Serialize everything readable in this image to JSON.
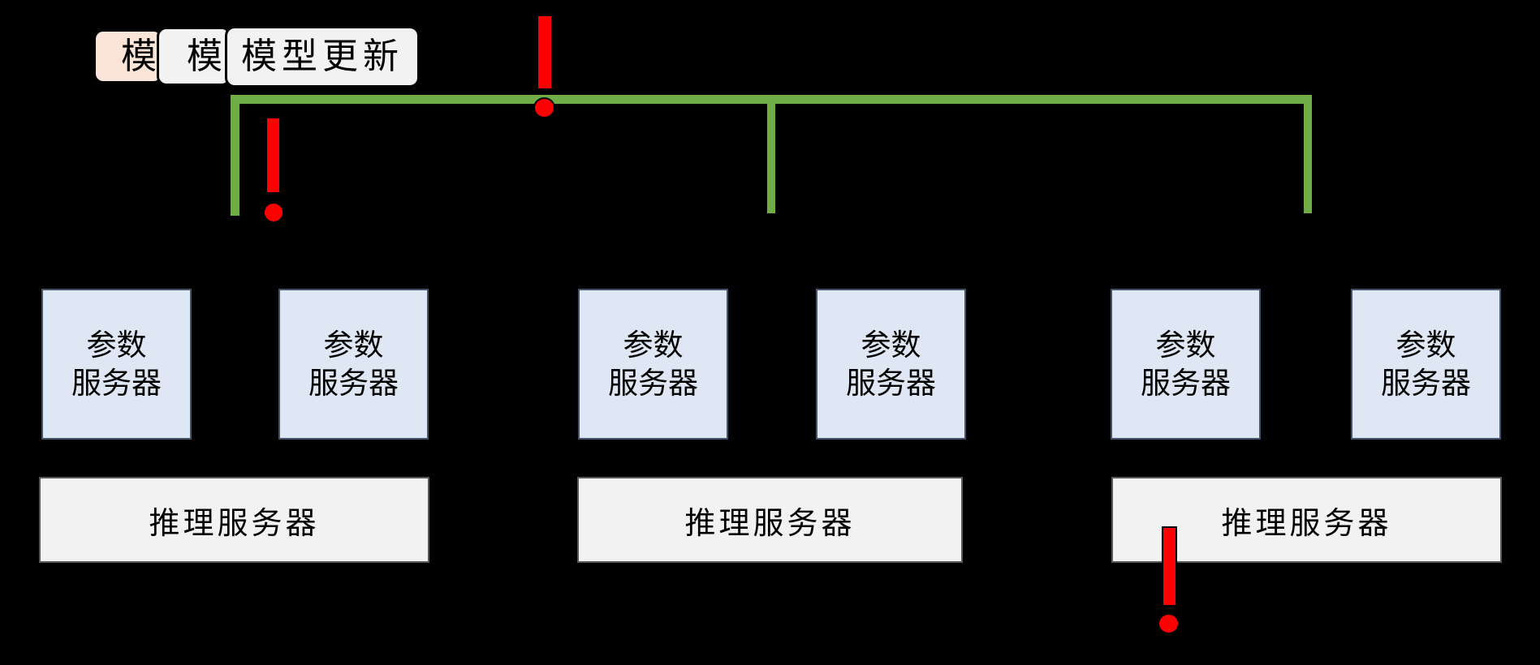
{
  "colors": {
    "background": "#000000",
    "connector_green": "#70AD47",
    "alert_red": "#FF0000",
    "card_peach": "#FBE5D8",
    "card_gray": "#F2F2F2",
    "param_server_blue": "#DEE7F3",
    "param_server_border": "#44546A",
    "inference_gray": "#F2F2F2",
    "inference_border": "#595959"
  },
  "update_cards": [
    {
      "label": "模"
    },
    {
      "label": "模"
    },
    {
      "label": "模型更新"
    }
  ],
  "parameter_servers": [
    {
      "line1": "参数",
      "line2": "服务器"
    },
    {
      "line1": "参数",
      "line2": "服务器"
    },
    {
      "line1": "参数",
      "line2": "服务器"
    },
    {
      "line1": "参数",
      "line2": "服务器"
    },
    {
      "line1": "参数",
      "line2": "服务器"
    },
    {
      "line1": "参数",
      "line2": "服务器"
    }
  ],
  "inference_servers": [
    {
      "label": "推理服务器"
    },
    {
      "label": "推理服务器"
    },
    {
      "label": "推理服务器"
    }
  ]
}
